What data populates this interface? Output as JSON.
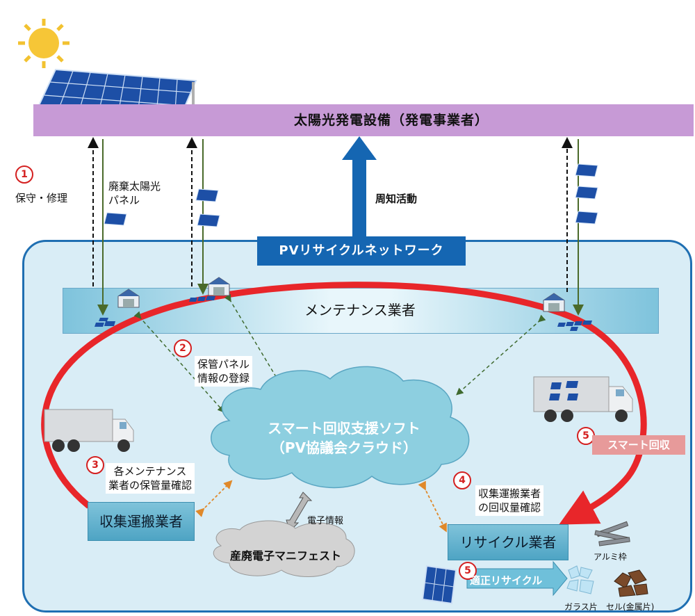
{
  "top_bar": {
    "label": "太陽光発電設備（発電事業者）"
  },
  "network": {
    "label": "PVリサイクルネットワーク"
  },
  "maintenance": {
    "label": "メンテナンス業者"
  },
  "cloud": {
    "line1": "スマート回収支援ソフト",
    "line2": "（PV協議会クラウド）"
  },
  "manifest": {
    "label": "産廃電子マニフェスト"
  },
  "collector": {
    "label": "収集運搬業者"
  },
  "recycler": {
    "label": "リサイクル業者"
  },
  "announcement": {
    "label": "周知活動"
  },
  "step1": {
    "num": "1",
    "label": "保守・修理"
  },
  "waste_panel": {
    "line1": "廃棄太陽光",
    "line2": "パネル"
  },
  "step2": {
    "num": "2",
    "line1": "保管パネル",
    "line2": "情報の登録"
  },
  "step3": {
    "num": "3",
    "line1": "各メンテナンス",
    "line2": "業者の保管量確認"
  },
  "step4": {
    "num": "4",
    "line1": "収集運搬業者",
    "line2": "の回収量確認"
  },
  "step5a": {
    "num": "5",
    "label": "スマート回収"
  },
  "step5b": {
    "num": "5",
    "label": "適正リサイクル"
  },
  "electronic_info": {
    "label": "電子情報"
  },
  "outputs": {
    "aluminum": "アルミ枠",
    "glass": "ガラス片",
    "cell": "セル(金属片)"
  },
  "colors": {
    "accent_red": "#e8262a",
    "network_blue": "#1566b2",
    "generator_purple": "#c79ad6",
    "cloud_blue": "#8dcfe0"
  }
}
